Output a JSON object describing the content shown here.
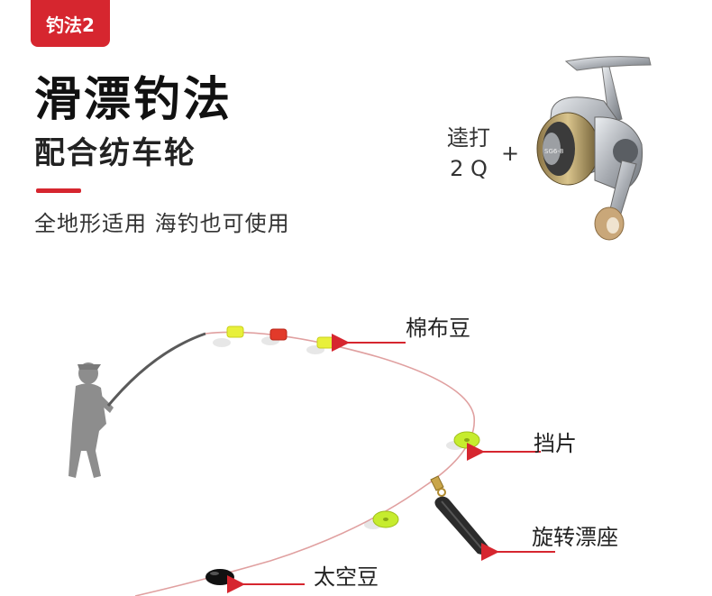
{
  "badge": {
    "label": "钓法2"
  },
  "headline": {
    "title": "滑漂钓法",
    "subtitle": "配合纺车轮",
    "description": "全地形适用 海钓也可使用"
  },
  "reel": {
    "line1": "逵打",
    "line2": "2 Q",
    "plus": "+",
    "model_text": "SG6-8"
  },
  "rig_labels": {
    "cotton_bead": "棉布豆",
    "stopper": "挡片",
    "swivel_float_seat": "旋转漂座",
    "space_bead": "太空豆"
  },
  "colors": {
    "accent": "#d6262f",
    "line": "#e0a0a0",
    "bead_yellow": "#e8f03a",
    "bead_red": "#e23a2a",
    "stopper_green": "#c6ec2e"
  }
}
